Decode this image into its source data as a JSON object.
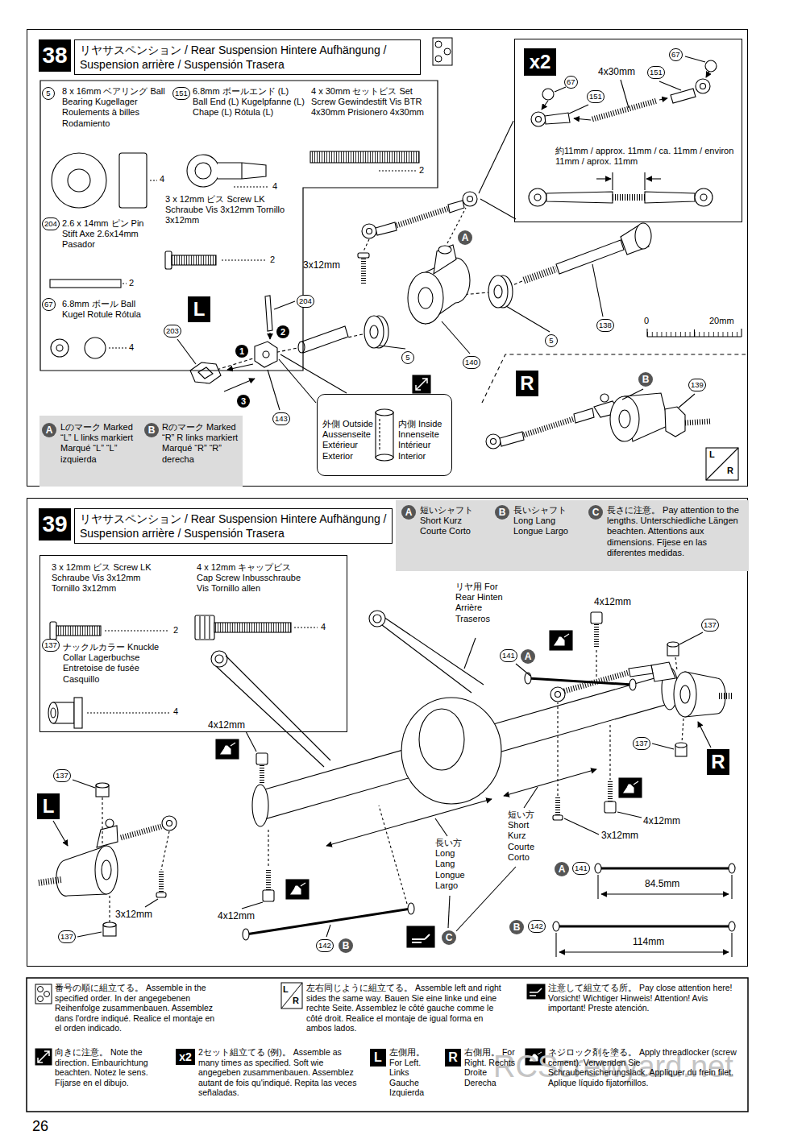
{
  "diagram": {
    "nodes": [
      {
        "text": [
          "38",
          "リヤサスペンション / Rear Suspension Hintere Aufhängung / Suspension arrière / Suspensión Trasera"
        ]
      },
      {
        "text": [
          "8 x 16mm ベアリング Ball Bearing Kugellager Roulements à billes Rodamiento",
          "6.8mm ボールエンド (L) Ball End (L) Kugelpfanne (L) Chape (L) Rótula (L)",
          "4 x 30mm セットビス Set Screw Gewindestift Vis BTR 4x30mm Prisionero 4x30mm",
          "3 x 12mm ビス Screw LK Schraube Vis 3x12mm Tornillo 3x12mm",
          "2.6 x 14mm ピン Pin Stift Axe 2.6x14mm Pasador",
          "6.8mm ボール Ball Kugel Rotule Rótula"
        ],
        "in": 0
      },
      {
        "text": [
          "Lのマーク Marked “L” L links markiert Marqué “L” “L” izquierda",
          "Rのマーク Marked “R” R links markiert Marqué “R” “R” derecha"
        ],
        "in": 0
      },
      {
        "text": [
          "約11mm / approx. 11mm / ca. 11mm / environ 11mm / aprox. 11mm"
        ],
        "in": 0
      },
      {
        "text": [
          "外側 Outside Aussenseite Extérieur Exterior",
          "内側 Inside Innenseite Intérieur Interior"
        ],
        "in": 0
      },
      {
        "text": [
          "39",
          "リヤサスペンション / Rear Suspension Hintere Aufhängung / Suspension arrière / Suspensión Trasera"
        ]
      },
      {
        "text": [
          "短いシャフト Short Kurz Courte Corto",
          "長いシャフト Long Lang Longue Largo",
          "長さに注意。 Pay attention to the lengths. Unterschiedliche Längen beachten. Attentions aux dimensions. Fíjese en las diferentes medidas."
        ],
        "in": 5
      },
      {
        "text": [
          "3 x 12mm ビス Screw LK Schraube Vis 3x12mm Tornillo 3x12mm",
          "4 x 12mm キャップビス Cap Screw Inbusschraube Vis Tornillo allen",
          "ナックルカラー Knuckle Collar Lagerbuchse Entretoise de fusée Casquillo"
        ],
        "in": 5
      }
    ],
    "labels": [
      "5",
      "4",
      "151",
      "4",
      "2",
      "2",
      "204",
      "2",
      "67",
      "4",
      "A",
      "B",
      "x2",
      "67",
      "67",
      "151",
      "151",
      "4x30mm",
      "3x12mm",
      "A",
      "L",
      "204",
      "2",
      "1",
      "3",
      "203",
      "143",
      "5",
      "140",
      "5",
      "138",
      "0",
      "20mm",
      "R",
      "B",
      "139",
      "L",
      "R",
      "2",
      "4",
      "137",
      "4",
      "A",
      "B",
      "C",
      "リヤ用 For Rear Hinten Arrière Traseros",
      "4x12mm",
      "137",
      "141",
      "A",
      "R",
      "137",
      "4x12mm",
      "3x12mm",
      "短い方 Short Kurz Courte Corto",
      "4x12mm",
      "137",
      "L",
      "3x12mm",
      "4x12mm",
      "137",
      "長い方 Long Lang Longue Largo",
      "142",
      "B",
      "C",
      "A",
      "141",
      "84.5mm",
      "B",
      "142",
      "114mm",
      "L",
      "R",
      "x2",
      "L",
      "R",
      "26",
      "RCScrewyard.net"
    ],
    "legend": [
      {
        "text": "番号の順に組立てる。 Assemble in the specified order. In der angegebenen Reihenfolge zusammenbauen. Assemblez dans l'ordre indiqué. Realice el montaje en el orden indicado."
      },
      {
        "text": "左右同じように組立てる。 Assemble left and right sides the same way. Bauen Sie eine linke und eine rechte Seite. Assemblez le côté gauche comme le côté droit. Realice el montaje de igual forma en ambos lados."
      },
      {
        "text": "注意して組立てる所。 Pay close attention here! Vorsicht! Wichtiger Hinweis! Attention! Avis important! Preste atención."
      },
      {
        "text": "向きに注意。 Note the direction. Einbaurichtung beachten. Notez le sens. Fíjarse en el dibujo."
      },
      {
        "text": "2セット組立てる (例)。 Assemble as many times as specified. Soft wie angegeben zusammenbauen. Assemblez autant de fois qu'indiqué. Repita las veces señaladas."
      },
      {
        "text": "左側用。 For Left. Links Gauche Izquierda"
      },
      {
        "text": "右側用。 For Right. Rechts Droite Derecha"
      },
      {
        "text": "ネジロック剤を塗る。 Apply threadlocker (screw cement). Verwenden Sie Schraubensicherungslack. Appliquer du frein filet. Aplique líquido fijatornillos."
      }
    ]
  }
}
